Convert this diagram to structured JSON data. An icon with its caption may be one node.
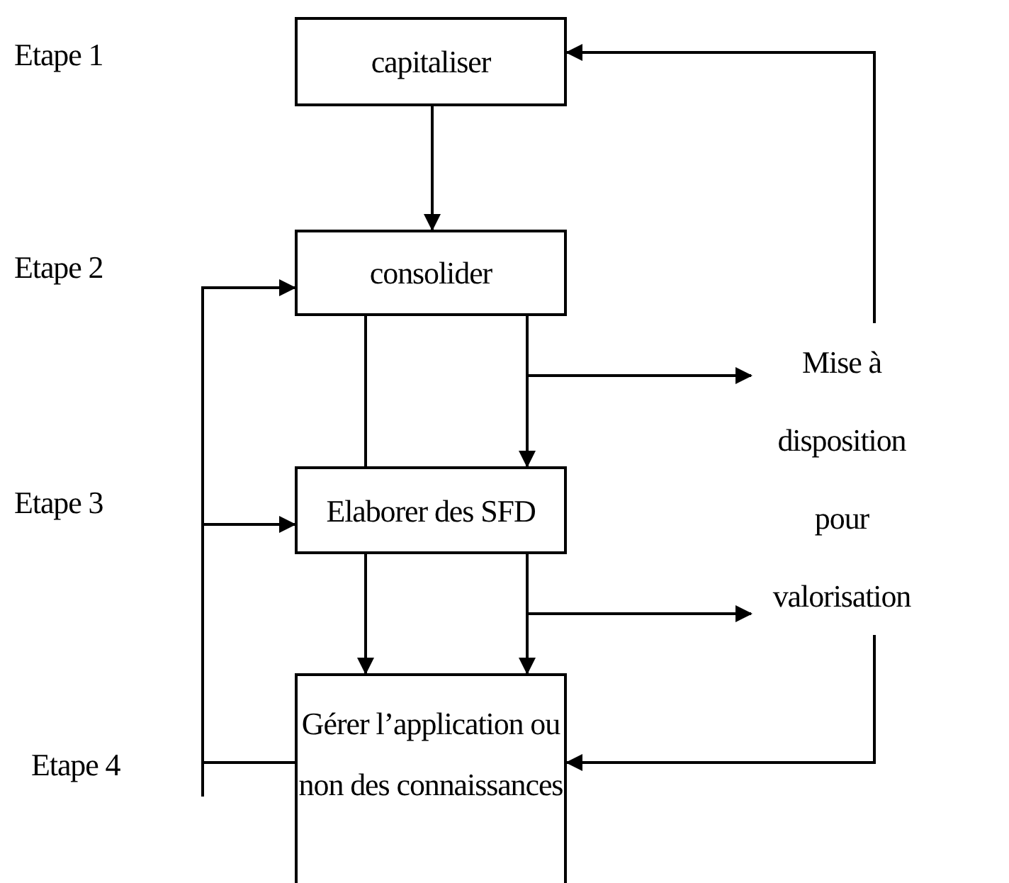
{
  "diagram": {
    "nodes": [
      {
        "text": [
          "capitaliser"
        ]
      },
      {
        "text": [
          "consolider"
        ]
      },
      {
        "text": [
          "Elaborer des SFD"
        ]
      },
      {
        "text": [
          "Gérer l’application ou non des connaissances"
        ]
      },
      {
        "text": [
          "Mise à disposition pour valorisation"
        ]
      }
    ],
    "edges": [
      {
        "from": 0,
        "to": 1,
        "arrow": "to"
      },
      {
        "from": 1,
        "to": 2,
        "arrow": "none"
      },
      {
        "from": 1,
        "to": 2,
        "arrow": "to"
      },
      {
        "from": 1,
        "to": 4,
        "arrow": "to"
      },
      {
        "from": 2,
        "to": 3,
        "arrow": "to"
      },
      {
        "from": 2,
        "to": 3,
        "arrow": "to"
      },
      {
        "from": 2,
        "to": 4,
        "arrow": "to"
      },
      {
        "from": 4,
        "to": 0,
        "arrow": "to"
      },
      {
        "from": 4,
        "to": 3,
        "arrow": "to"
      },
      {
        "from": 3,
        "to": 1,
        "arrow": "to"
      },
      {
        "from": 3,
        "to": 2,
        "arrow": "to"
      }
    ],
    "labels": [
      "Etape 1",
      "Etape 2",
      "Etape 3",
      "Etape 4"
    ]
  }
}
